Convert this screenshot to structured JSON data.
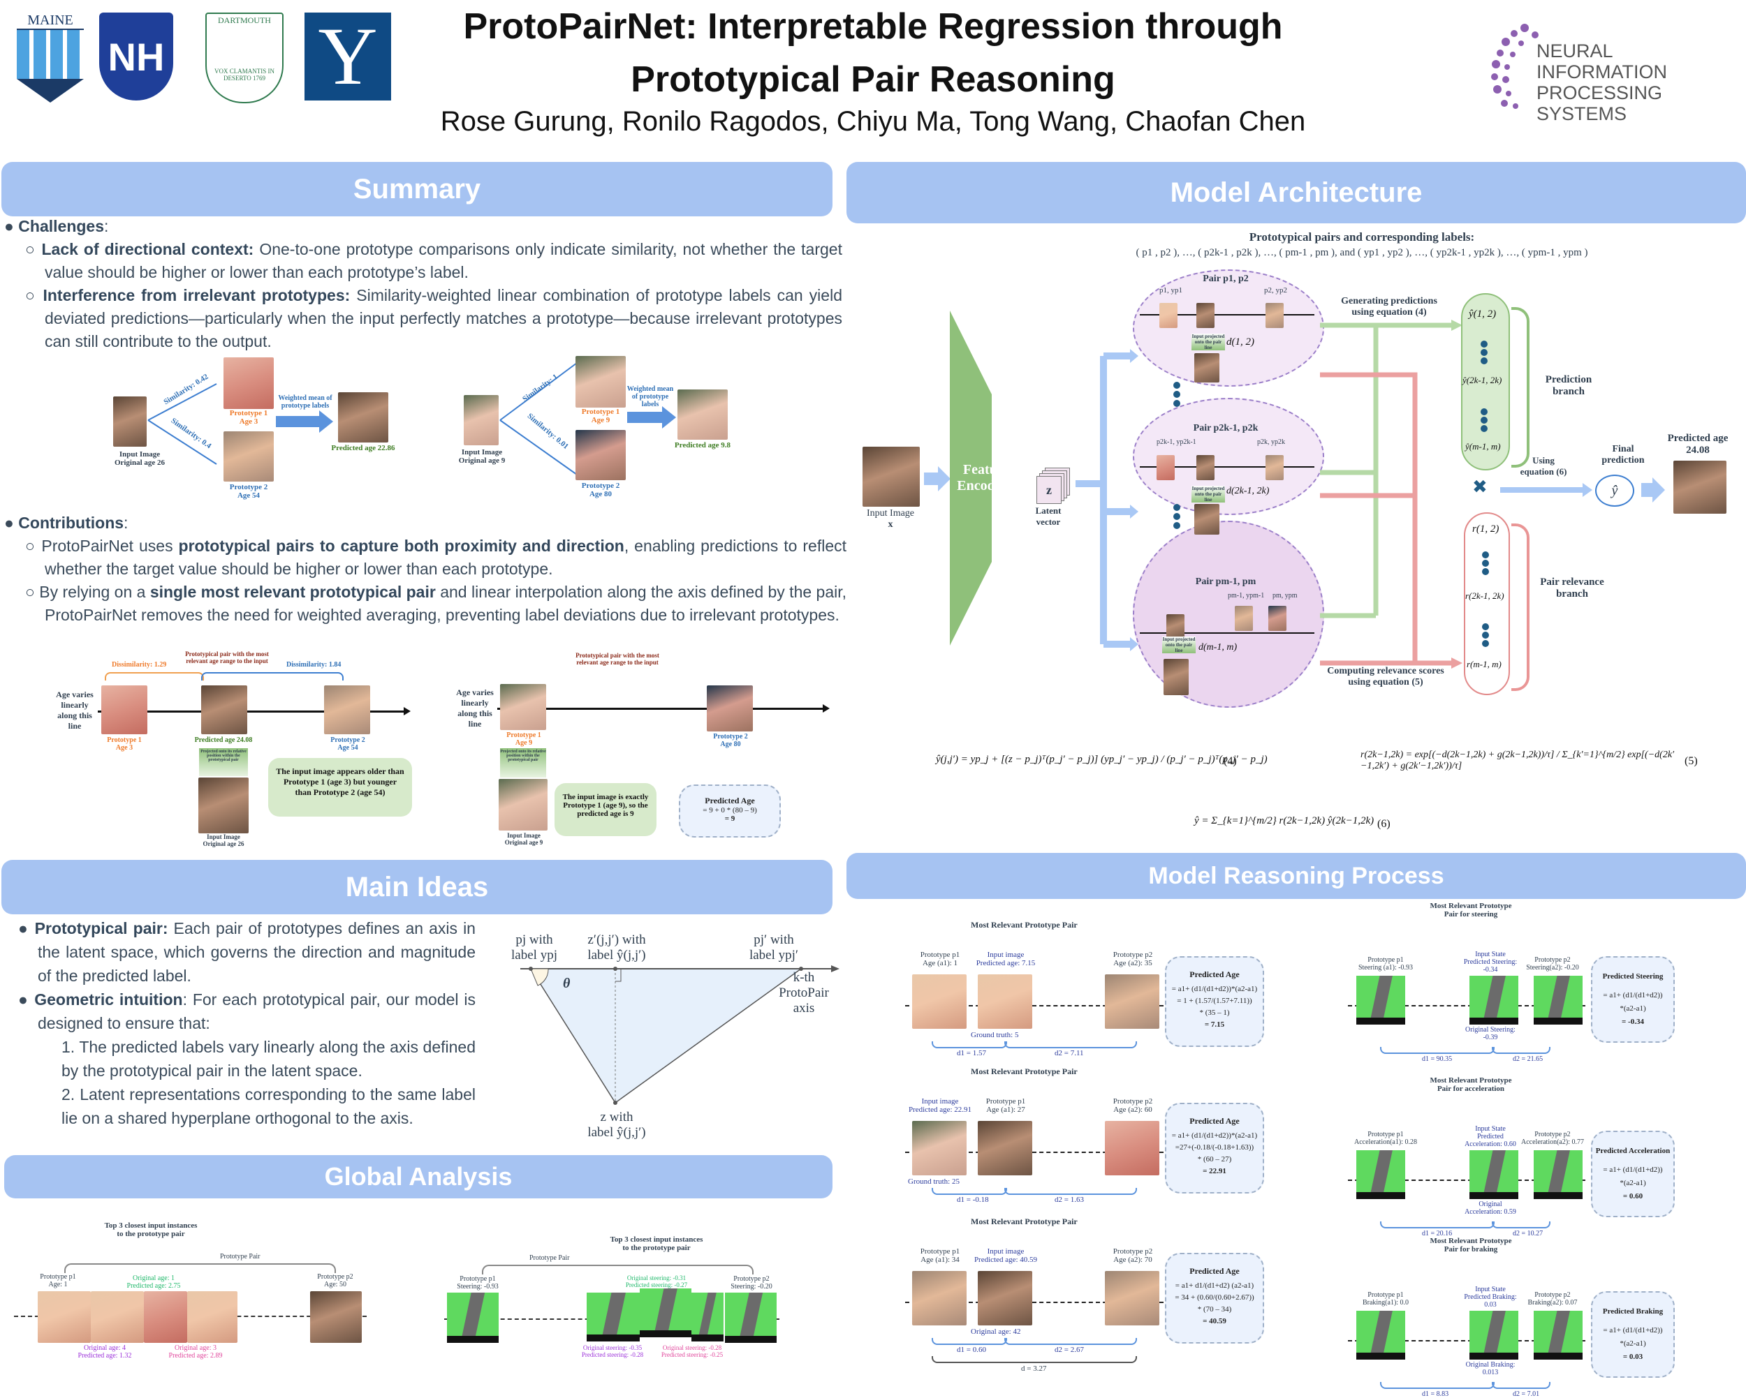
{
  "header": {
    "title_line1": "ProtoPairNet: Interpretable Regression through",
    "title_line2": "Prototypical Pair Reasoning",
    "authors": "Rose Gurung, Ronilo Ragodos, Chiyu Ma, Tong Wang, Chaofan Chen",
    "logos": {
      "maine": "MAINE",
      "unh": "NH",
      "dartmouth": "DARTMOUTH",
      "dartmouth_motto": "VOX CLAMANTIS IN DESERTO 1769",
      "yale": "Y",
      "neurips_line1": "NEURAL INFORMATION",
      "neurips_line2": "PROCESSING SYSTEMS"
    }
  },
  "sections": {
    "summary": "Summary",
    "model_architecture": "Model Architecture",
    "main_ideas": "Main Ideas",
    "global_analysis": "Global Analysis",
    "model_reasoning": "Model Reasoning Process"
  },
  "summary": {
    "challenges_label": "Challenges",
    "challenges": [
      {
        "bold": "Lack of directional context:",
        "text": " One-to-one prototype comparisons only indicate similarity, not whether the target value should be higher or lower than each prototype’s label."
      },
      {
        "bold": "Interference from irrelevant prototypes:",
        "text": " Similarity-weighted linear combination of prototype labels can yield deviated predictions—particularly when the input perfectly matches a prototype—because irrelevant prototypes can still contribute to the output."
      }
    ],
    "fig1": {
      "left": {
        "input_caption": "Input Image",
        "input_age": "Original age 26",
        "sim1": "Similarity: 0.42",
        "sim2": "Similarity: 0.4",
        "proto1": "Prototype 1",
        "proto1_age": "Age 3",
        "proto2": "Prototype 2",
        "proto2_age": "Age 54",
        "arrow_label": "Weighted mean of prototype labels",
        "predicted": "Predicted age 22.86"
      },
      "right": {
        "input_caption": "Input Image",
        "input_age": "Original age 9",
        "sim1": "Similarity: 1",
        "sim2": "Similarity: 0.01",
        "proto1": "Prototype 1",
        "proto1_age": "Age 9",
        "proto2": "Prototype 2",
        "proto2_age": "Age 80",
        "arrow_label": "Weighted mean of prototype labels",
        "predicted": "Predicted age 9.8"
      }
    },
    "contributions_label": "Contributions",
    "contributions": [
      {
        "pre": "ProtoPairNet uses ",
        "bold": "prototypical pairs to capture both proximity and direction",
        "post": ", enabling predictions to reflect whether the target value should be higher or lower than each prototype."
      },
      {
        "pre": "By relying on a ",
        "bold": "single most relevant prototypical pair",
        "post": " and linear interpolation along the axis defined by the pair, ProtoPairNet removes the need for weighted averaging, preventing label deviations due to irrelevant prototypes."
      }
    ],
    "fig2": {
      "left": {
        "axis_label": "Age varies linearly along this line",
        "pair_note": "Prototypical pair with the most relevant age range to the input",
        "dis1": "Dissimilarity: 1.29",
        "dis2": "Dissimilarity: 1.84",
        "proto1": "Prototype 1",
        "proto1_age": "Age 3",
        "proto2": "Prototype 2",
        "proto2_age": "Age 54",
        "predicted": "Predicted age 24.08",
        "projected": "Projected onto its relative position within the prototypical pair",
        "input_caption": "Input Image",
        "input_age": "Original age 26",
        "bubble": "The input image appears older than Prototype 1 (age 3) but younger than Prototype 2 (age 54)"
      },
      "right": {
        "axis_label": "Age varies linearly along this line",
        "pair_note": "Prototypical pair with the most relevant age range to the input",
        "proto1": "Prototype 1",
        "proto1_age": "Age 9",
        "proto2": "Prototype 2",
        "proto2_age": "Age 80",
        "projected": "Projected onto its relative position within the prototypical pair",
        "input_caption": "Input Image",
        "input_age": "Original age 9",
        "bubble": "The input image is exactly Prototype 1 (age 9), so the predicted age is 9",
        "calc_title": "Predicted Age",
        "calc_line1": "= 9 + 0 * (80 – 9)",
        "calc_line2": "= 9"
      }
    }
  },
  "architecture": {
    "pairs_title": "Prototypical pairs and corresponding labels:",
    "pairs_formula": "( p1 , p2 ), …, ( p2k-1 , p2k ), …, ( pm-1 , pm ), and ( yp1 , yp2 ), …, ( yp2k-1 , yp2k ), …, ( ypm-1 , ypm )",
    "input_label": "Input Image",
    "input_var": "x",
    "encoder_label": "Feature Encoder f",
    "latent_var": "z",
    "latent_label": "Latent vector",
    "pairs": [
      {
        "title": "Pair p1, p2",
        "left": "p1, yp1",
        "right": "p2, yp2",
        "projected": "Input projected onto the pair line",
        "dist": "d(1, 2)"
      },
      {
        "title": "Pair p2k-1, p2k",
        "left": "p2k-1, yp2k-1",
        "right": "p2k, yp2k",
        "projected": "Input projected onto the pair line",
        "dist": "d(2k-1, 2k)"
      },
      {
        "title": "Pair pm-1, pm",
        "left": "pm-1, ypm-1",
        "right": "pm, ypm",
        "projected": "Input projected onto the pair line",
        "dist": "d(m-1, m)"
      }
    ],
    "gen_pred": "Generating predictions using equation (4)",
    "comp_rel": "Computing relevance scores using equation (5)",
    "pred_items": [
      "ŷ(1, 2)",
      "ŷ(2k-1, 2k)",
      "ŷ(m-1, m)"
    ],
    "rel_items": [
      "r(1, 2)",
      "r(2k-1, 2k)",
      "r(m-1, m)"
    ],
    "pred_branch": "Prediction branch",
    "rel_branch": "Pair relevance branch",
    "multiply": "✖",
    "using_eq6": "Using equation (6)",
    "final_pred": "Final prediction",
    "y_hat": "ŷ",
    "predicted_age_label": "Predicted age",
    "predicted_age_value": "24.08",
    "eq4": "ŷ(j,j′) = yp_j + [(z − p_j)ᵀ(p_j′ − p_j)] (yp_j′ − yp_j) / (p_j′ − p_j)ᵀ(p_j′ − p_j)",
    "eq4_num": "(4)",
    "eq5": "r(2k−1,2k) = exp[(−d(2k−1,2k) + g(2k−1,2k))/τ] / Σ_{k′=1}^{m/2} exp[(−d(2k′−1,2k′) + g(2k′−1,2k′))/τ]",
    "eq5_num": "(5)",
    "eq6": "ŷ = Σ_{k=1}^{m/2} r(2k−1,2k) ŷ(2k−1,2k)",
    "eq6_num": "(6)"
  },
  "main_ideas": {
    "items": [
      {
        "bold": "Prototypical pair:",
        "text": " Each pair of prototypes defines an axis in the latent space, which governs the direction and magnitude of the predicted label."
      },
      {
        "bold": "Geometric intuition",
        "text": ": For each prototypical pair, our model is designed to ensure that:"
      }
    ],
    "numbered": [
      "1. The predicted labels vary linearly along the axis defined by the prototypical pair in the latent space.",
      "2. Latent representations corresponding to the same label lie on a shared hyperplane orthogonal to the axis."
    ],
    "diagram": {
      "pj": "pj with label ypj",
      "zproj": "z′(j,j′) with label ŷ(j,j′)",
      "pjprime": "pj′ with label ypj′",
      "axis": "k-th ProtoPair axis",
      "theta": "θ",
      "z": "z with label ŷ(j,j′)"
    }
  },
  "global_analysis": {
    "left": {
      "top_note": "Top 3 closest input instances to the prototype pair",
      "pair_label": "Prototype Pair",
      "p1": "Prototype p1",
      "p1_val": "Age: 1",
      "p2": "Prototype p2",
      "p2_val": "Age: 50",
      "inst_top": [
        "Original age: 1",
        "Predicted age: 2.75"
      ],
      "inst_bl": [
        "Original age: 4",
        "Predicted age: 1.32"
      ],
      "inst_br": [
        "Original age: 3",
        "Predicted age: 2.89"
      ]
    },
    "right": {
      "top_note": "Top 3 closest input instances to the prototype pair",
      "pair_label": "Prototype Pair",
      "p1": "Prototype p1",
      "p1_val": "Steering: -0.93",
      "p2": "Prototype p2",
      "p2_val": "Steering: -0.20",
      "inst_top": [
        "Original steering: -0.31",
        "Predicted steering: -0.27"
      ],
      "inst_bl": [
        "Original steering: -0.35",
        "Predicted steering: -0.28"
      ],
      "inst_br": [
        "Original steering: -0.28",
        "Predicted steering: -0.25"
      ]
    }
  },
  "reasoning": {
    "age_examples": [
      {
        "title": "Most Relevant Prototype Pair",
        "p1": "Prototype p1",
        "p1_val": "Age (a1): 1",
        "input": "Input image",
        "input_pred": "Predicted age: 7.15",
        "truth": "Ground truth: 5",
        "p2": "Prototype p2",
        "p2_val": "Age (a2): 35",
        "d1": "d1 = 1.57",
        "d2": "d2 = 7.11",
        "calc": [
          "Predicted Age",
          "= a1+ (d1/(d1+d2))*(a2-a1)",
          "= 1 + (1.57/(1.57+7.11))",
          "* (35 – 1)",
          "= 7.15"
        ]
      },
      {
        "title": "Most Relevant Prototype Pair",
        "input": "Input image",
        "input_pred": "Predicted age: 22.91",
        "truth": "Ground truth: 25",
        "p1": "Prototype p1",
        "p1_val": "Age (a1): 27",
        "p2": "Prototype p2",
        "p2_val": "Age (a2): 60",
        "d1": "d1 = -0.18",
        "d2": "d2 = 1.63",
        "calc": [
          "Predicted Age",
          "= a1+ (d1/(d1+d2))*(a2-a1)",
          "=27+(-0.18/(-0.18+1.63))",
          "* (60 – 27)",
          "= 22.91"
        ]
      },
      {
        "title": "Most Relevant Prototype Pair",
        "p1": "Prototype p1",
        "p1_val": "Age (a1): 34",
        "input": "Input image",
        "input_pred": "Predicted age: 40.59",
        "truth": "Original age:  42",
        "p2": "Prototype p2",
        "p2_val": "Age (a2): 70",
        "d1": "d1 = 0.60",
        "d2": "d2 = 2.67",
        "d": "d = 3.27",
        "calc": [
          "Predicted Age",
          "= a1+ d1/(d1+d2) (a2-a1)",
          "= 34 + (0.60/(0.60+2.67))",
          "* (70 – 34)",
          "= 40.59"
        ]
      }
    ],
    "car_examples": [
      {
        "title": "Most Relevant Prototype Pair for steering",
        "p1": "Prototype p1",
        "p1_val": "Steering (a1): -0.93",
        "input": "Input State Predicted Steering: -0.34",
        "orig": "Original Steering: -0.39",
        "p2": "Prototype p2",
        "p2_val": "Steering(a2): -0.20",
        "d1": "d1 = 90.35",
        "d2": "d2 = 21.65",
        "calc": [
          "Predicted Steering",
          "= a1+ (d1/(d1+d2))",
          "*(a2-a1)",
          "= -0.34"
        ]
      },
      {
        "title": "Most Relevant Prototype Pair for acceleration",
        "p1": "Prototype p1",
        "p1_val": "Acceleration(a1): 0.28",
        "input": "Input State Predicted Acceleration: 0.60",
        "orig": "Original Acceleration: 0.59",
        "p2": "Prototype p2",
        "p2_val": "Acceleration(a2): 0.77",
        "d1": "d1 = 20.16",
        "d2": "d2 = 10.27",
        "calc": [
          "Predicted Acceleration",
          "= a1+ (d1/(d1+d2))",
          "*(a2-a1)",
          "= 0.60"
        ]
      },
      {
        "title": "Most Relevant Prototype Pair for braking",
        "p1": "Prototype p1",
        "p1_val": "Braking(a1): 0.0",
        "input": "Input State Predicted Braking: 0.03",
        "orig": "Original Braking: 0.013",
        "p2": "Prototype p2",
        "p2_val": "Braking(a2): 0.07",
        "d1": "d1 = 8.83",
        "d2": "d2 = 7.01",
        "calc": [
          "Predicted Braking",
          "= a1+ (d1/(d1+d2))",
          "*(a2-a1)",
          "= 0.03"
        ]
      }
    ]
  },
  "colors": {
    "section_header": "#a6c3f2",
    "prediction_green": "#8fc07a",
    "relevance_red": "#e99595",
    "arrow_blue": "#a9c8f5",
    "neurips_purple": "#8c5fb0"
  }
}
